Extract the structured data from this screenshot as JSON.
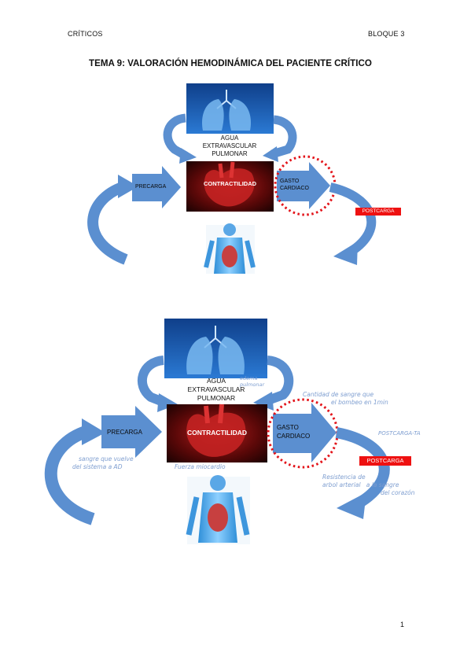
{
  "header": {
    "left": "CRÍTICOS",
    "right": "BLOQUE 3"
  },
  "title": "TEMA 9: VALORACIÓN HEMODINÁMICA DEL PACIENTE CRÍTICO",
  "diagrams": [
    {
      "agua": [
        "AGUA",
        "EXTRAVASCULAR",
        "PULMONAR"
      ],
      "precarga": "PRECARGA",
      "contractilidad": "CONTRACTILIDAD",
      "gasto": [
        "GASTO",
        "CARDIACO"
      ],
      "postcarga": "POSTCARGA"
    },
    {
      "agua": [
        "AGUA",
        "EXTRAVASCULAR",
        "PULMONAR"
      ],
      "precarga": "PRECARGA",
      "contractilidad": "CONTRACTILIDAD",
      "gasto": [
        "GASTO",
        "CARDIACO"
      ],
      "postcarga": "POSTCARGA"
    }
  ],
  "handwritten": {
    "edema": [
      "edema",
      "pulmonar"
    ],
    "cantidad": [
      "Cantidad de sangre que",
      "el bombeo en 1min"
    ],
    "postcarga_note": "POSTCARGA-TA",
    "sangre_vuelve": [
      "sangre que vuelve",
      "del sistema a AD"
    ],
    "fuerza": "Fuerza miocardio",
    "resistencia": [
      "Resistencia de",
      "arbol arterial",
      "a la sangre",
      "del corazón"
    ]
  },
  "page_number": "1",
  "colors": {
    "arrow_blue": "#5b8fd0",
    "postcarga_red": "#ee1111",
    "dotted_circle": "#e3141a",
    "handwriting": "#7e9ed0"
  }
}
